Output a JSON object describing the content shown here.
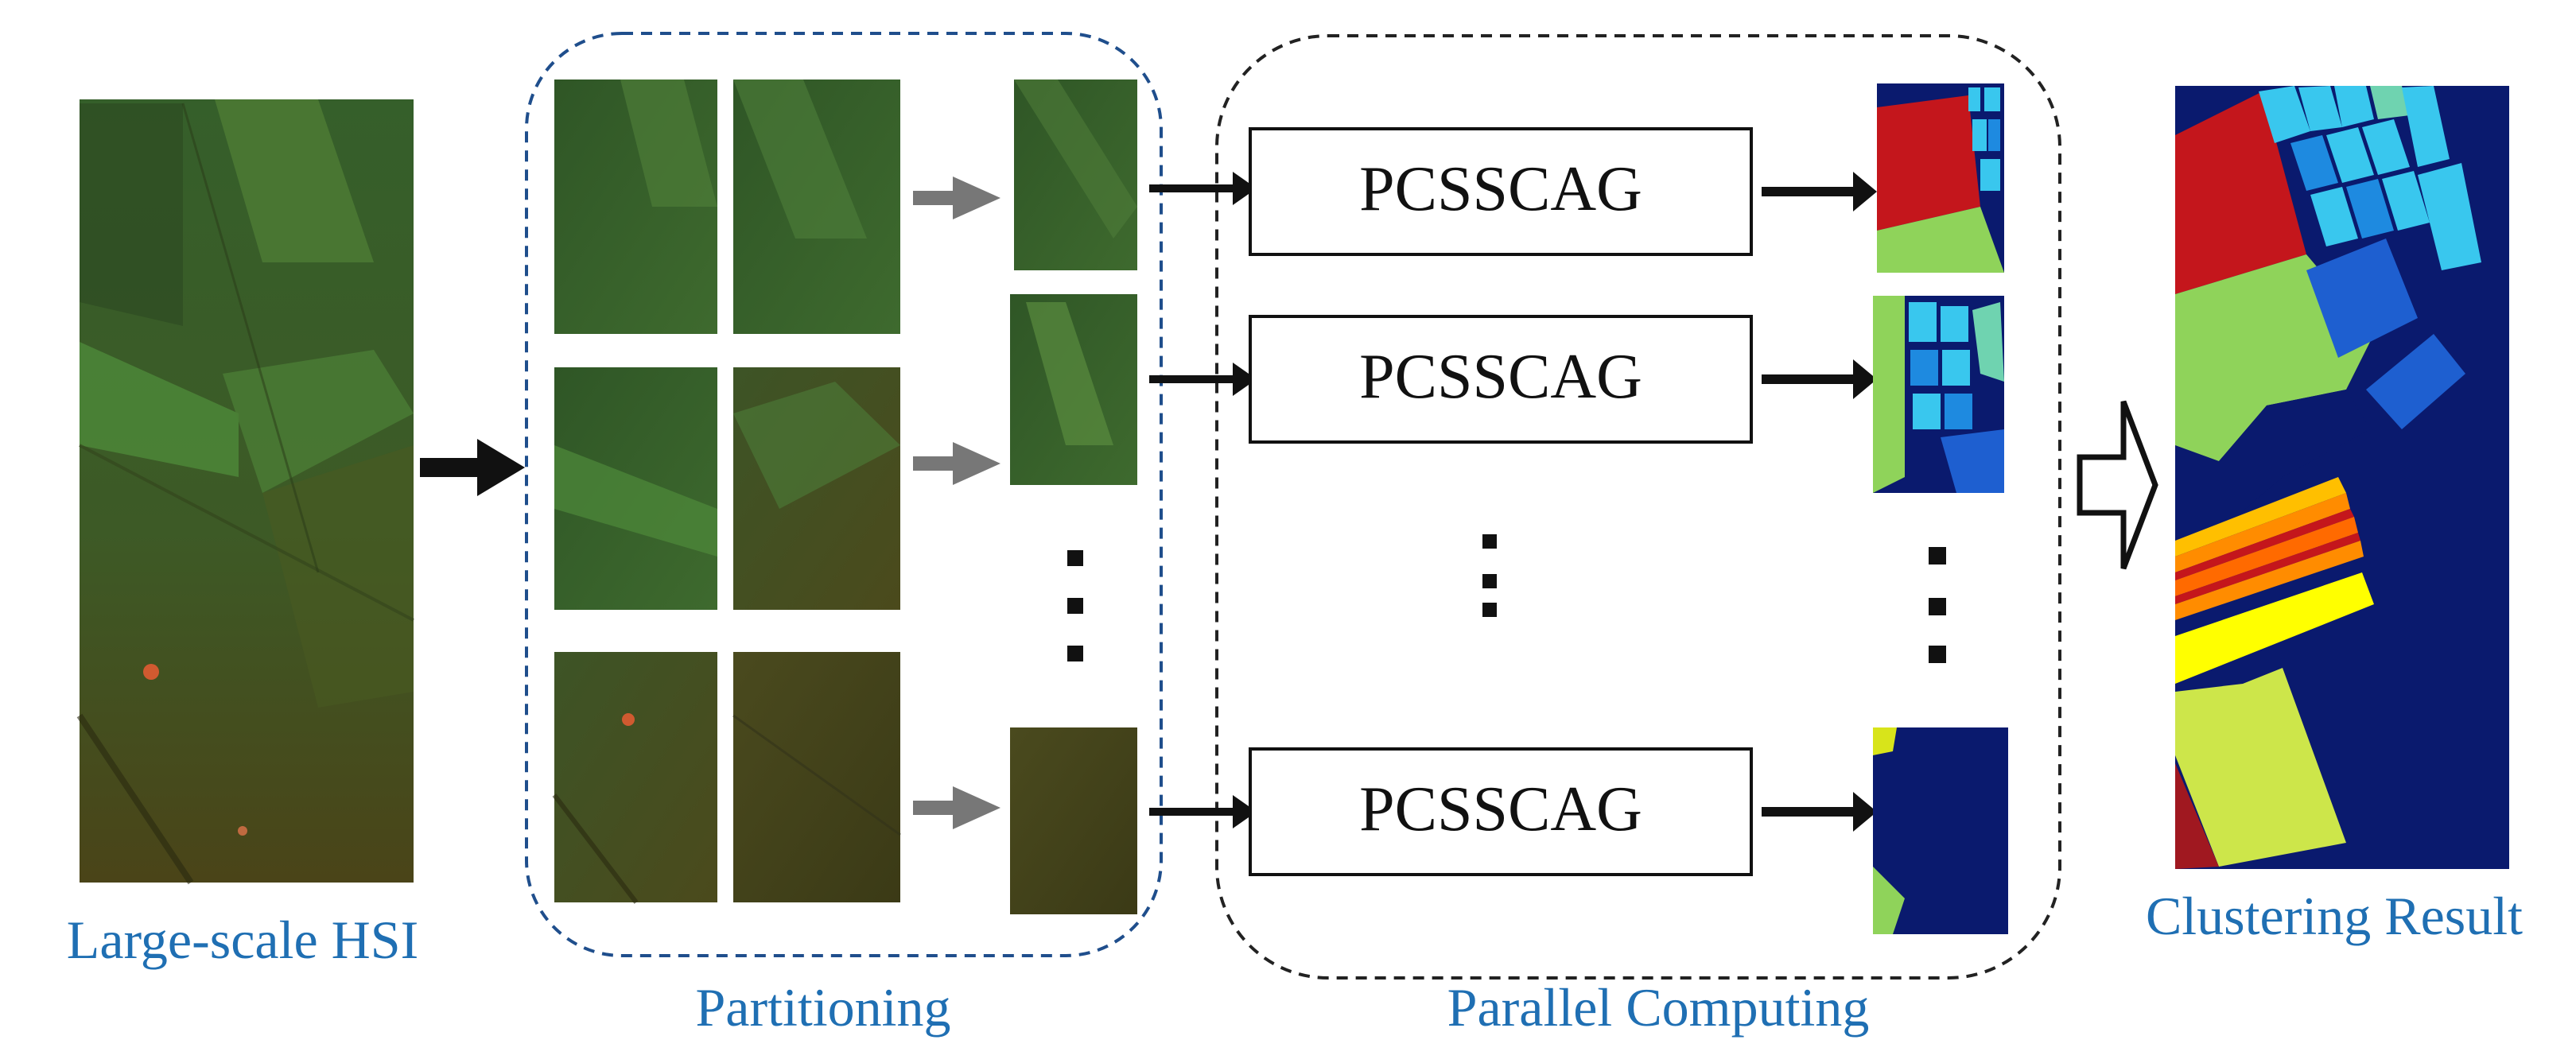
{
  "labels": {
    "input": "Large-scale HSI",
    "partitioning": "Partitioning",
    "parallel": "Parallel Computing",
    "result": "Clustering Result"
  },
  "processors": [
    {
      "label": "PCSSCAG"
    },
    {
      "label": "PCSSCAG"
    },
    {
      "label": "PCSSCAG"
    }
  ],
  "colors": {
    "caption_blue": "#1f6fb3",
    "partition_border": "#1f4e8c",
    "parallel_border": "#222222",
    "arrow_black": "#111111",
    "arrow_gray": "#777777",
    "field_dark": "#3a4a22",
    "field_green": "#3f6b2a",
    "navy": "#0a1a6e",
    "red": "#c4161c",
    "light_green": "#8fd35a",
    "cyan": "#39c7ee",
    "blue": "#1e5fd0",
    "yellow": "#ffff00",
    "orange": "#ff8c00",
    "lime": "#cde64a"
  }
}
